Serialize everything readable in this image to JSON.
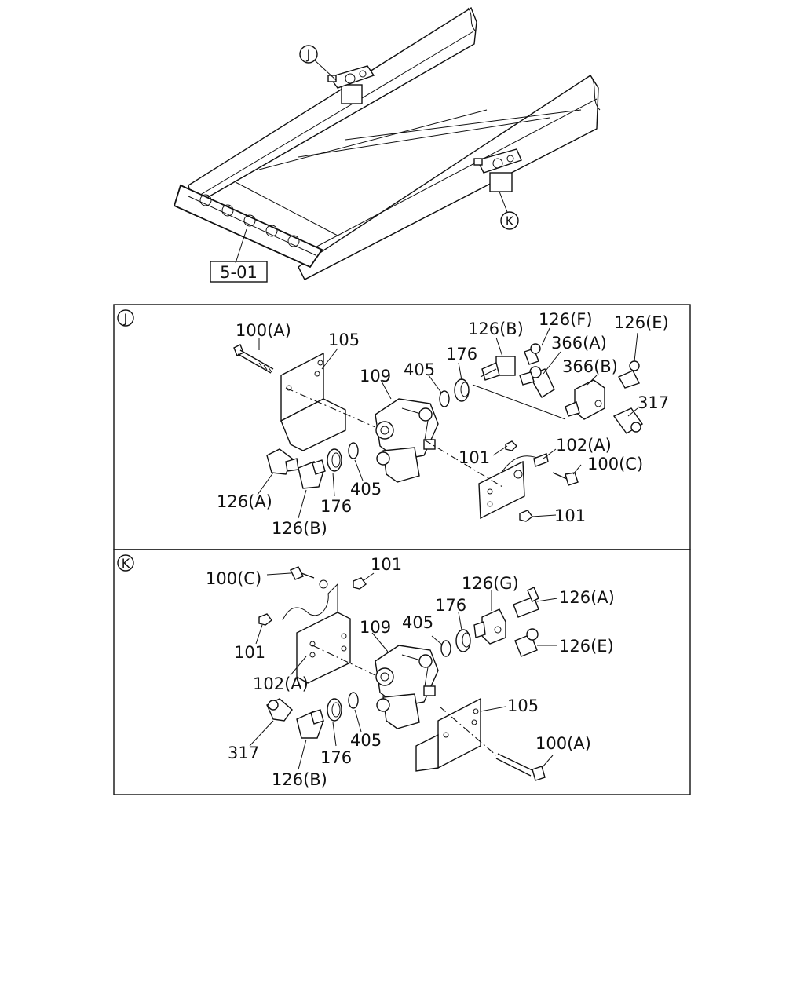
{
  "overview": {
    "callout_j": "J",
    "callout_k": "K",
    "ref_box": "5-01"
  },
  "panel_j": {
    "tag": "J",
    "labels": {
      "bolt_top": "100(A)",
      "bracket_105": "105",
      "valve_109": "109",
      "seal_405_top": "405",
      "ring_176_top": "176",
      "elbow_126b_top": "126(B)",
      "tee_126f": "126(F)",
      "adapter_366a": "366(A)",
      "elbow_126e": "126(E)",
      "block_366b": "366(B)",
      "fitting_317": "317",
      "bracket_102a": "102(A)",
      "bolt_100c": "100(C)",
      "nut_101_top": "101",
      "nut_101_bottom": "101",
      "elbow_126a": "126(A)",
      "elbow_126b_bottom": "126(B)",
      "ring_176_bottom": "176",
      "seal_405_bottom": "405"
    }
  },
  "panel_k": {
    "tag": "K",
    "labels": {
      "bolt_100c": "100(C)",
      "nut_101_top": "101",
      "nut_101_left": "101",
      "bracket_102a": "102(A)",
      "valve_109": "109",
      "seal_405_top": "405",
      "ring_176_top": "176",
      "block_126g": "126(G)",
      "tee_126a": "126(A)",
      "elbow_126e": "126(E)",
      "bracket_105": "105",
      "bolt_100a": "100(A)",
      "fitting_317": "317",
      "elbow_126b": "126(B)",
      "ring_176_bottom": "176",
      "seal_405_bottom": "405"
    }
  }
}
